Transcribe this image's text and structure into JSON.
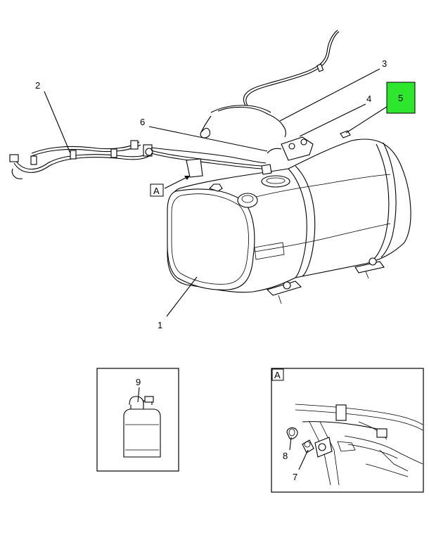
{
  "callouts": {
    "c1": "1",
    "c2": "2",
    "c3": "3",
    "c4": "4",
    "c5": "5",
    "c6": "6",
    "c7": "7",
    "c8": "8",
    "c9": "9"
  },
  "view_labels": {
    "main_ref": "A",
    "detail_ref": "A"
  },
  "colors": {
    "highlight": "#2fe62f",
    "line": "#000000"
  }
}
